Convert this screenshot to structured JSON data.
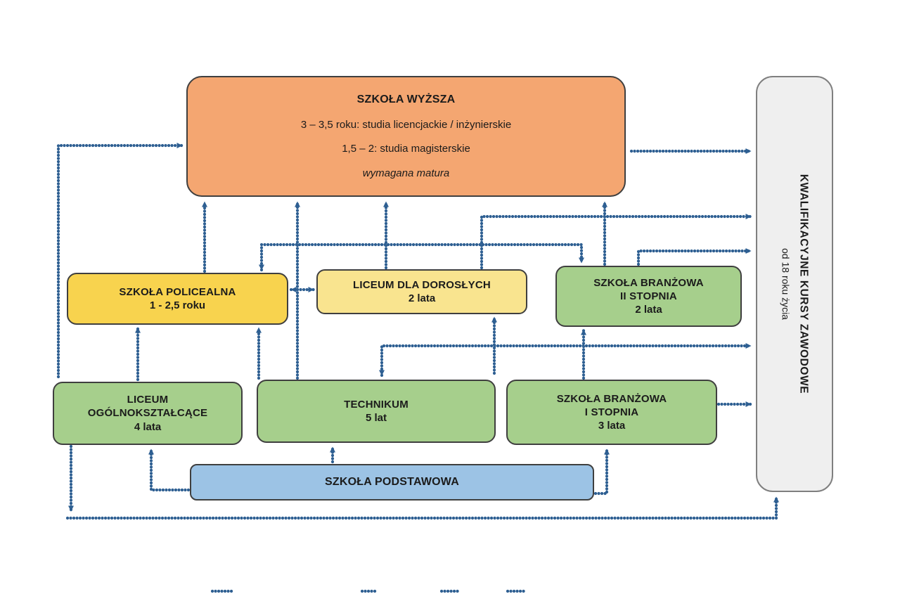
{
  "colors": {
    "arrow": "#2E5F92",
    "box_border": "#3F3F3F",
    "kkz_border": "#7F7F7F",
    "background": "#FFFFFF"
  },
  "boxes": {
    "szkola_wyzsza": {
      "title": "SZKOŁA WYŻSZA",
      "line1": "3 – 3,5 roku: studia licencjackie / inżynierskie",
      "line2": "1,5 – 2: studia magisterskie",
      "note": "wymagana matura",
      "fill": "#F4A671"
    },
    "szkola_policealna": {
      "title": "SZKOŁA POLICEALNA",
      "duration": "1 - 2,5 roku",
      "fill": "#F8D34E"
    },
    "liceum_dla_doroslych": {
      "title": "LICEUM DLA DOROSŁYCH",
      "duration": "2 lata",
      "fill": "#F9E48F"
    },
    "szkola_branzowa_2": {
      "title": "SZKOŁA BRANŻOWA",
      "subtitle": "II STOPNIA",
      "duration": "2 lata",
      "fill": "#A6CF8C"
    },
    "liceum_ogolnoksztalcace": {
      "title": "LICEUM",
      "subtitle": "OGÓLNOKSZTAŁCĄCE",
      "duration": "4 lata",
      "fill": "#A6CF8C"
    },
    "technikum": {
      "title": "TECHNIKUM",
      "duration": "5 lat",
      "fill": "#A6CF8C"
    },
    "szkola_branzowa_1": {
      "title": "SZKOŁA BRANŻOWA",
      "subtitle": "I STOPNIA",
      "duration": "3 lata",
      "fill": "#A6CF8C"
    },
    "szkola_podstawowa": {
      "title": "SZKOŁA PODSTAWOWA",
      "fill": "#9CC3E5"
    },
    "kwalifikacyjne_kursy": {
      "title": "KWALIFIKACYJNE KURSY ZAWODOWE",
      "subtitle": "od 18 roku życia",
      "fill": "#EFEFEF"
    }
  },
  "connections": [
    {
      "from": "liceum_ogolnoksztalcace",
      "to": "szkola_wyzsza",
      "bidirectional": false
    },
    {
      "from": "szkola_policealna",
      "to": "szkola_wyzsza",
      "bidirectional": false
    },
    {
      "from": "technikum",
      "to": "szkola_wyzsza",
      "bidirectional": false
    },
    {
      "from": "liceum_dla_doroslych",
      "to": "szkola_wyzsza",
      "bidirectional": false
    },
    {
      "from": "szkola_branzowa_2",
      "to": "szkola_wyzsza",
      "bidirectional": false
    },
    {
      "from": "szkola_wyzsza",
      "to": "kwalifikacyjne_kursy",
      "bidirectional": false
    },
    {
      "from": "liceum_dla_doroslych",
      "to": "kwalifikacyjne_kursy",
      "bidirectional": false
    },
    {
      "from": "szkola_branzowa_2",
      "to": "kwalifikacyjne_kursy",
      "bidirectional": false
    },
    {
      "from": "szkola_branzowa_2",
      "to": "szkola_policealna",
      "bidirectional": true
    },
    {
      "from": "szkola_policealna",
      "to": "liceum_dla_doroslych",
      "bidirectional": true
    },
    {
      "from": "liceum_ogolnoksztalcace",
      "to": "szkola_policealna",
      "bidirectional": false
    },
    {
      "from": "technikum",
      "to": "szkola_policealna",
      "bidirectional": false
    },
    {
      "from": "szkola_branzowa_1",
      "to": "szkola_branzowa_2",
      "bidirectional": false
    },
    {
      "from": "kwalifikacyjne_kursy",
      "to": "technikum",
      "bidirectional": true
    },
    {
      "from": "kwalifikacyjne_kursy",
      "to": "liceum_dla_doroslych",
      "bidirectional": false
    },
    {
      "from": "szkola_branzowa_1",
      "to": "kwalifikacyjne_kursy",
      "bidirectional": false
    },
    {
      "from": "szkola_podstawowa",
      "to": "liceum_ogolnoksztalcace",
      "bidirectional": false
    },
    {
      "from": "szkola_podstawowa",
      "to": "technikum",
      "bidirectional": false
    },
    {
      "from": "szkola_podstawowa",
      "to": "szkola_branzowa_1",
      "bidirectional": false
    },
    {
      "from": "liceum_ogolnoksztalcace",
      "to": "kwalifikacyjne_kursy",
      "bidirectional": true
    }
  ]
}
